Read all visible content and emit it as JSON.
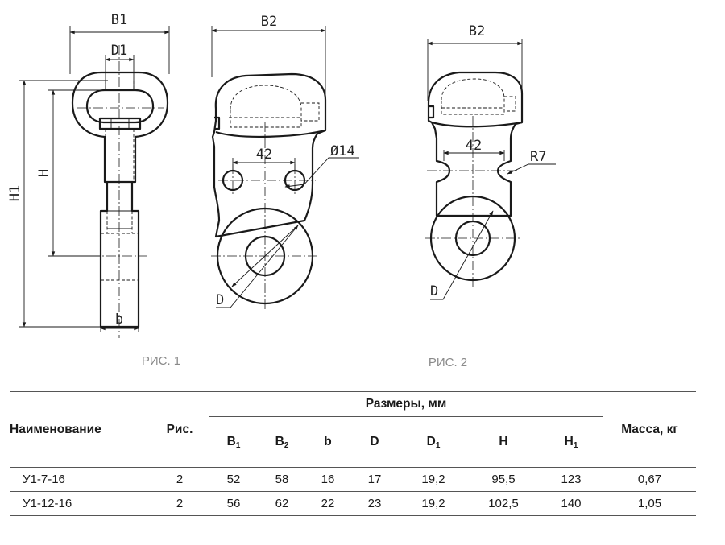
{
  "figure1": {
    "caption": "РИС. 1",
    "labels": {
      "b1": "B1",
      "d1": "D1",
      "h": "H",
      "h1": "H1",
      "b": "b"
    }
  },
  "figure2a": {
    "labels": {
      "b2": "B2",
      "dist": "42",
      "hole": "Ø14",
      "d": "D"
    }
  },
  "figure2b": {
    "caption": "РИС. 2",
    "labels": {
      "b2": "B2",
      "dist": "42",
      "radius": "R7",
      "d": "D"
    }
  },
  "table": {
    "col_name": "Наименование",
    "col_fig": "Рис.",
    "group_dims": "Размеры, мм",
    "col_mass": "Масса, кг",
    "dims": [
      {
        "main": "B",
        "sub": "1"
      },
      {
        "main": "B",
        "sub": "2"
      },
      {
        "main": "b",
        "sub": ""
      },
      {
        "main": "D",
        "sub": ""
      },
      {
        "main": "D",
        "sub": "1"
      },
      {
        "main": "H",
        "sub": ""
      },
      {
        "main": "H",
        "sub": "1"
      }
    ],
    "rows": [
      [
        "У1-7-16",
        "2",
        "52",
        "58",
        "16",
        "17",
        "19,2",
        "95,5",
        "123",
        "0,67"
      ],
      [
        "У1-12-16",
        "2",
        "56",
        "62",
        "22",
        "23",
        "19,2",
        "102,5",
        "140",
        "1,05"
      ]
    ]
  }
}
